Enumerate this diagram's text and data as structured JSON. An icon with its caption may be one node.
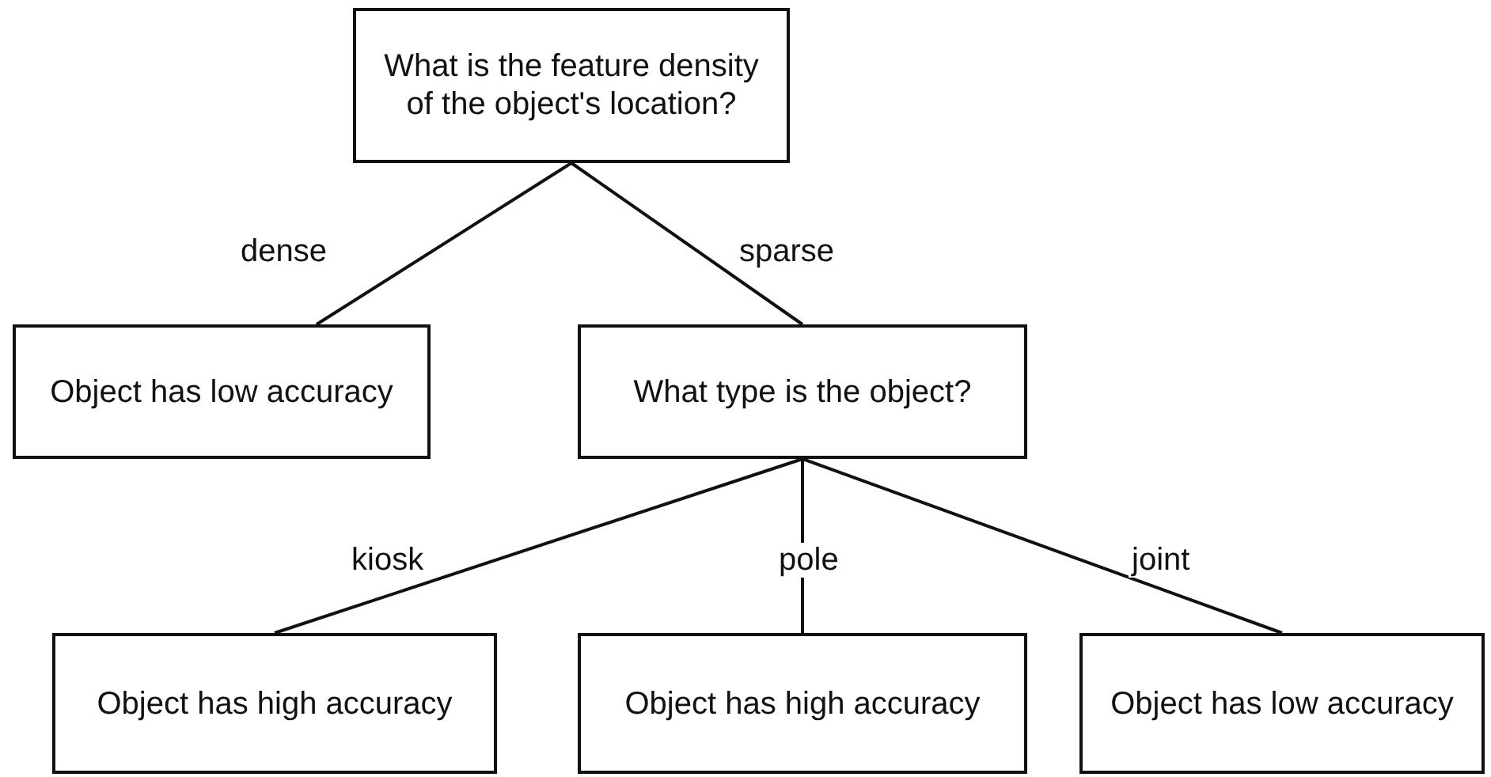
{
  "diagram": {
    "nodes": [
      {
        "text": [
          "What is the feature density of the object's location?"
        ]
      },
      {
        "text": [
          "Object has low accuracy"
        ]
      },
      {
        "text": [
          "What type is the object?"
        ]
      },
      {
        "text": [
          "Object has high accuracy"
        ]
      },
      {
        "text": [
          "Object has high accuracy"
        ]
      },
      {
        "text": [
          "Object has low accuracy"
        ]
      }
    ],
    "edges": [
      {
        "from": 0,
        "to": 1,
        "arrow": "none",
        "label": "dense"
      },
      {
        "from": 0,
        "to": 2,
        "arrow": "none",
        "label": "sparse"
      },
      {
        "from": 2,
        "to": 3,
        "arrow": "none",
        "label": "kiosk"
      },
      {
        "from": 2,
        "to": 4,
        "arrow": "none",
        "label": "pole"
      },
      {
        "from": 2,
        "to": 5,
        "arrow": "none",
        "label": "joint"
      }
    ]
  }
}
